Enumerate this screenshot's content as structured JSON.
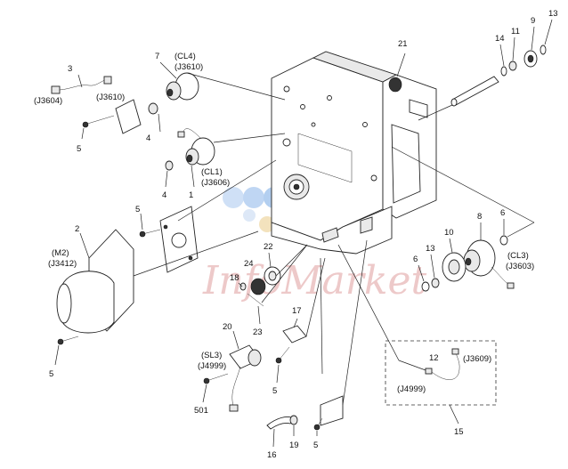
{
  "labels": {
    "l1": "1",
    "l2": "2",
    "l3": "3",
    "l4a": "4",
    "l4b": "4",
    "l5a": "5",
    "l5b": "5",
    "l5c": "5",
    "l5d": "5",
    "l5e": "5",
    "l6a": "6",
    "l6b": "6",
    "l7": "7",
    "l8": "8",
    "l9": "9",
    "l10": "10",
    "l11": "11",
    "l12": "12",
    "l13a": "13",
    "l13b": "13",
    "l14": "14",
    "l15": "15",
    "l16": "16",
    "l17": "17",
    "l18": "18",
    "l19": "19",
    "l20": "20",
    "l21": "21",
    "l22": "22",
    "l23": "23",
    "l24": "24",
    "l501": "501",
    "cl4": "(CL4)",
    "j3610a": "(J3610)",
    "j3610b": "(J3610)",
    "j3604": "(J3604)",
    "cl1": "(CL1)",
    "j3606": "(J3606)",
    "m2": "(M2)",
    "j3412": "(J3412)",
    "cl3": "(CL3)",
    "j3603": "(J3603)",
    "sl3": "(SL3)",
    "j4999a": "(J4999)",
    "j4999b": "(J4999)",
    "j3609": "(J3609)"
  },
  "watermark": {
    "text": "InfoMarket",
    "color": "#e8b7b7"
  }
}
